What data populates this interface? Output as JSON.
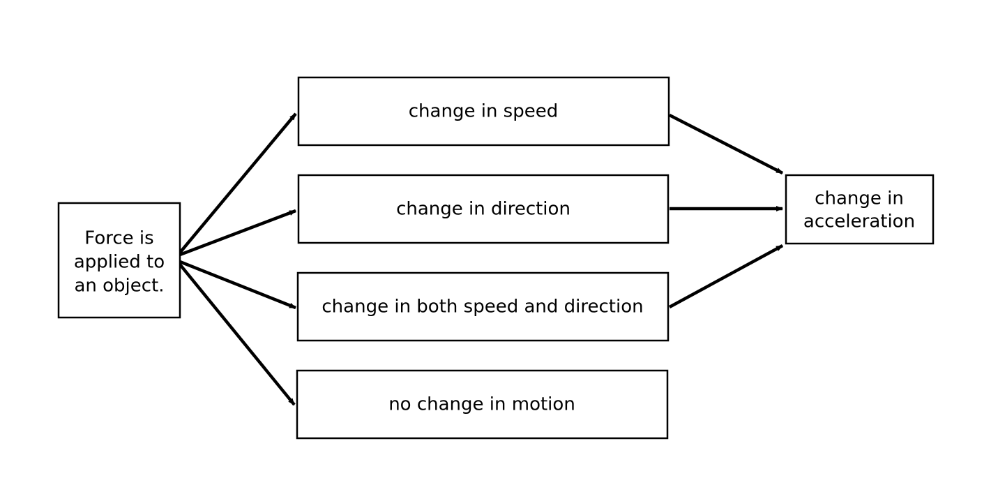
{
  "diagram": {
    "nodes": {
      "source": {
        "lines": [
          "Force is",
          "applied to",
          "an object."
        ]
      },
      "speed": {
        "lines": [
          "change in speed"
        ]
      },
      "direction": {
        "lines": [
          "change in direction"
        ]
      },
      "both": {
        "lines": [
          "change in both speed and direction"
        ]
      },
      "none": {
        "lines": [
          "no change in motion"
        ]
      },
      "accel": {
        "lines": [
          "change in",
          "acceleration"
        ]
      }
    },
    "edges": [
      {
        "from": "source",
        "to": "speed"
      },
      {
        "from": "source",
        "to": "direction"
      },
      {
        "from": "source",
        "to": "both"
      },
      {
        "from": "source",
        "to": "none"
      },
      {
        "from": "speed",
        "to": "accel"
      },
      {
        "from": "direction",
        "to": "accel"
      },
      {
        "from": "both",
        "to": "accel"
      }
    ],
    "colors": {
      "stroke": "#000000",
      "fill": "#ffffff"
    }
  }
}
